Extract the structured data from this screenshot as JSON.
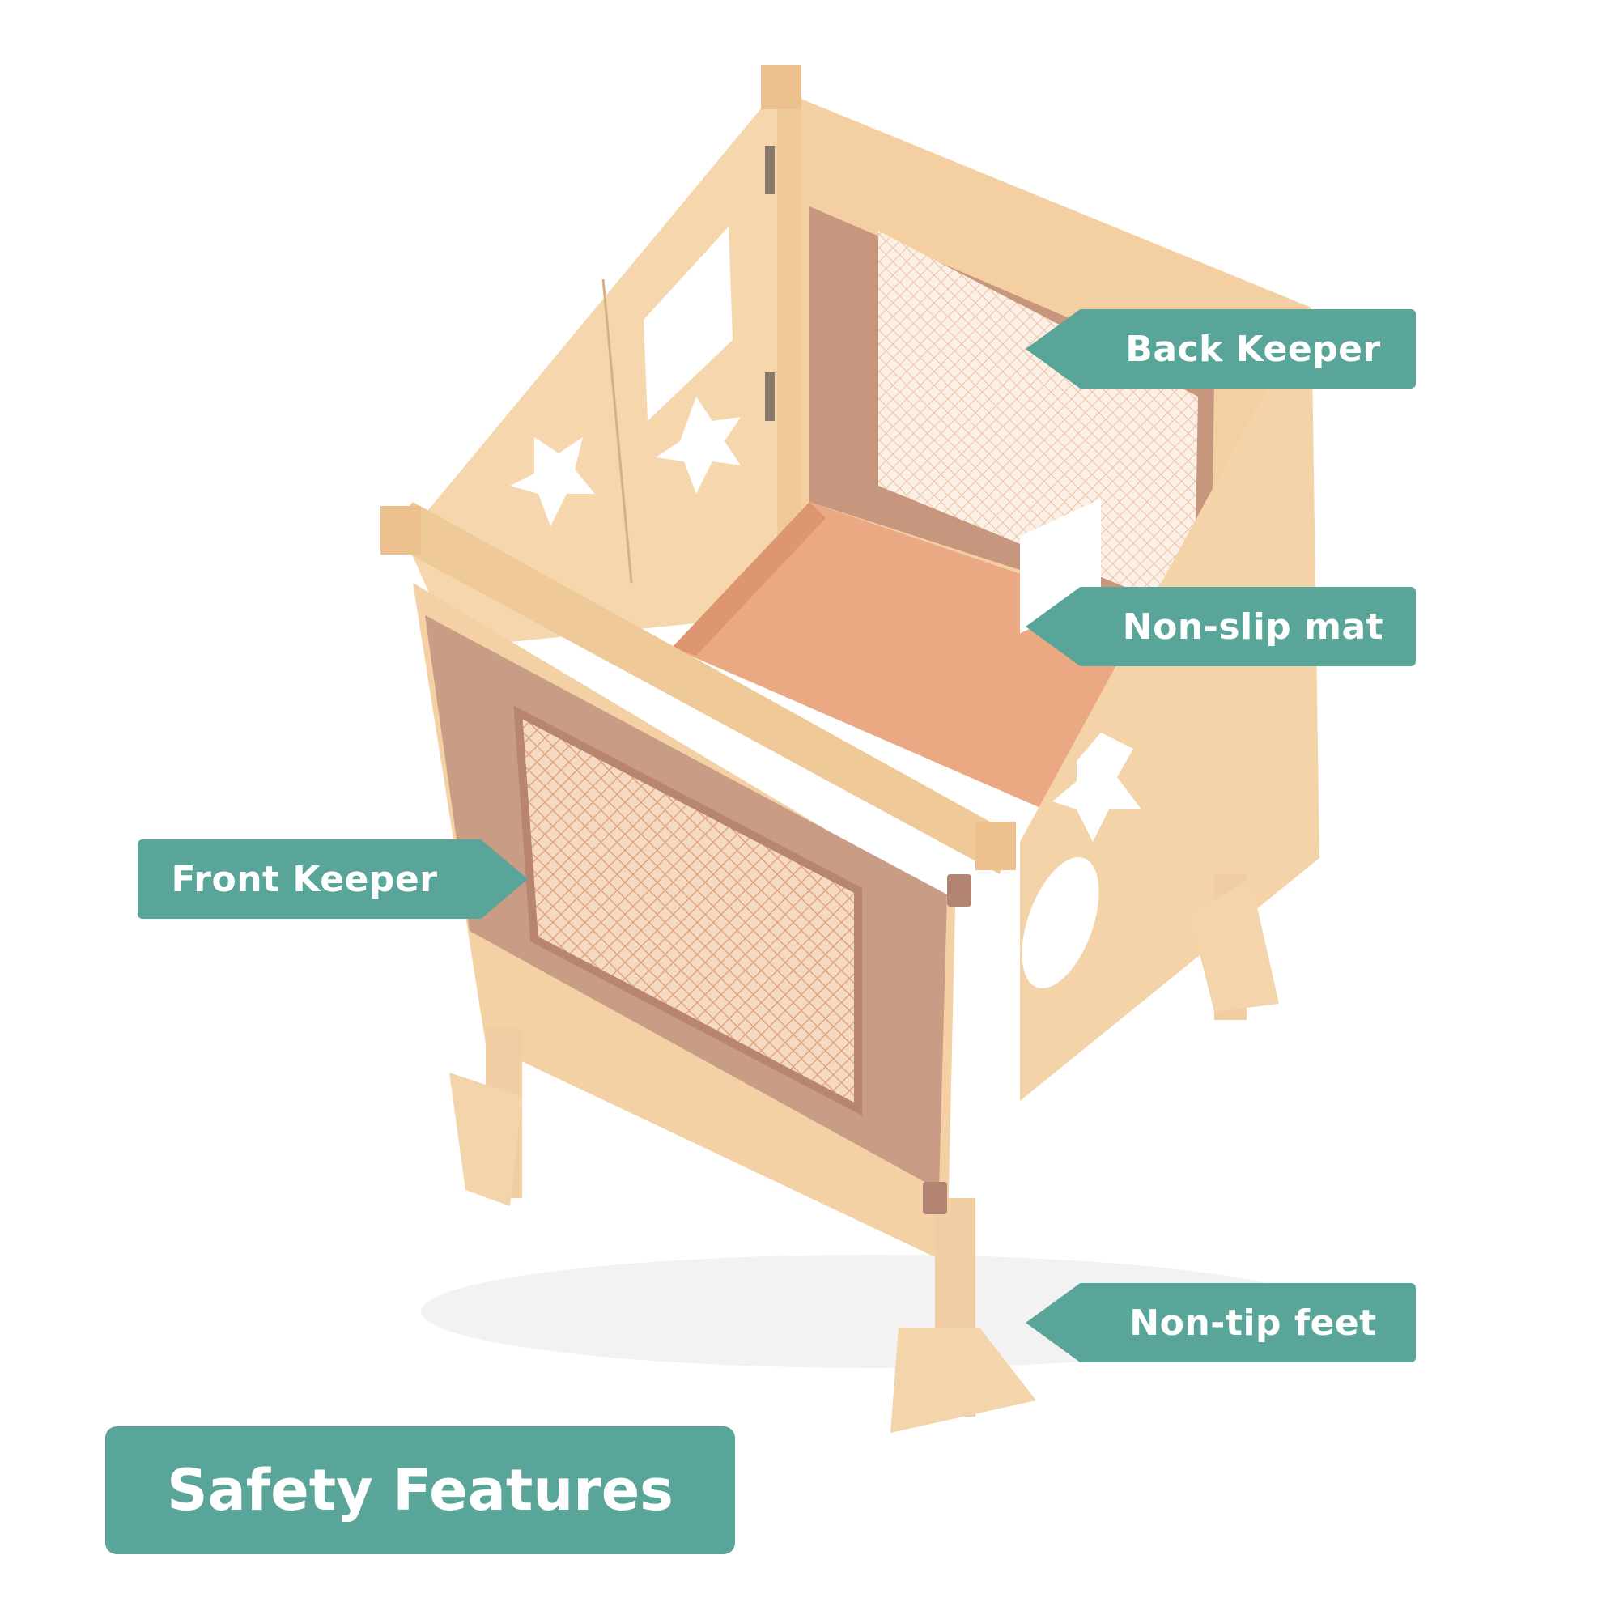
{
  "callouts": {
    "back_keeper": "Back Keeper",
    "non_slip_mat": "Non-slip mat",
    "front_keeper": "Front Keeper",
    "non_tip_feet": "Non-tip feet"
  },
  "title": "Safety Features",
  "colors": {
    "callout_bg": "#5aa599",
    "wood": "#f3d2a6",
    "wood_dark": "#e2b57f",
    "mat": "#e9a983",
    "keeper_frame": "#c39784"
  }
}
